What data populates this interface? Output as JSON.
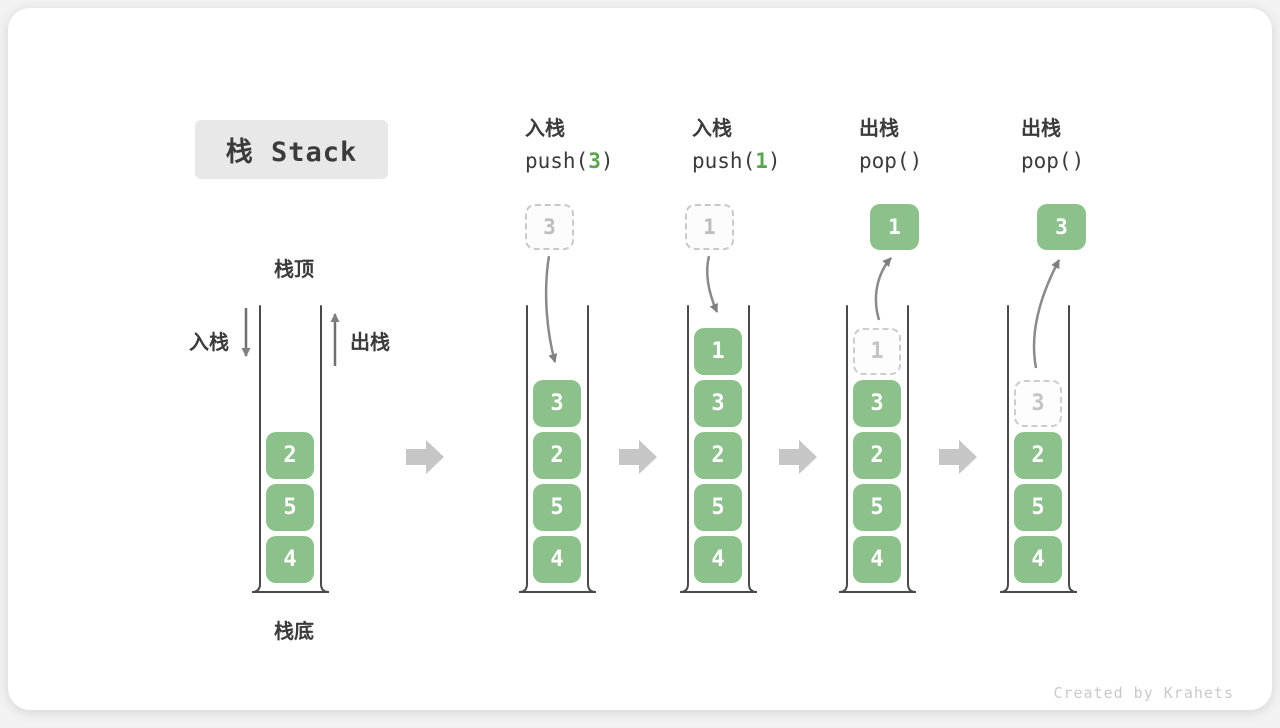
{
  "title": "栈 Stack",
  "footer": "Created by Krahets",
  "stack_labels": {
    "top": "栈顶",
    "bottom": "栈底",
    "push_side": "入栈",
    "pop_side": "出栈"
  },
  "colors": {
    "cell_green": "#8cc18c",
    "code_arg_green": "#5ba452",
    "ghost_border_gray": "#cdcdcd",
    "arrow_gray": "#7f7f7f",
    "block_arrow_gray": "#c6c6c6",
    "title_badge_bg": "#e8e8e8",
    "text_dark": "#3b3b3b",
    "footer_gray": "#c9c9c9"
  },
  "steps": [
    {
      "name": "initial-stack",
      "cells": [
        {
          "v": "2",
          "ghost": false
        },
        {
          "v": "5",
          "ghost": false
        },
        {
          "v": "4",
          "ghost": false
        }
      ]
    },
    {
      "name": "push-3",
      "op": {
        "name": "入栈",
        "code_pre": "push(",
        "code_arg": "3",
        "code_post": ")"
      },
      "floating": {
        "v": "3",
        "type": "dashed"
      },
      "cells": [
        {
          "v": "3",
          "ghost": false
        },
        {
          "v": "2",
          "ghost": false
        },
        {
          "v": "5",
          "ghost": false
        },
        {
          "v": "4",
          "ghost": false
        }
      ]
    },
    {
      "name": "push-1",
      "op": {
        "name": "入栈",
        "code_pre": "push(",
        "code_arg": "1",
        "code_post": ")"
      },
      "floating": {
        "v": "1",
        "type": "dashed"
      },
      "cells": [
        {
          "v": "1",
          "ghost": false
        },
        {
          "v": "3",
          "ghost": false
        },
        {
          "v": "2",
          "ghost": false
        },
        {
          "v": "5",
          "ghost": false
        },
        {
          "v": "4",
          "ghost": false
        }
      ]
    },
    {
      "name": "pop-first",
      "op": {
        "name": "出栈",
        "code_pre": "pop(",
        "code_arg": "",
        "code_post": ")"
      },
      "floating": {
        "v": "1",
        "type": "solid"
      },
      "cells": [
        {
          "v": "1",
          "ghost": true
        },
        {
          "v": "3",
          "ghost": false
        },
        {
          "v": "2",
          "ghost": false
        },
        {
          "v": "5",
          "ghost": false
        },
        {
          "v": "4",
          "ghost": false
        }
      ]
    },
    {
      "name": "pop-second",
      "op": {
        "name": "出栈",
        "code_pre": "pop(",
        "code_arg": "",
        "code_post": ")"
      },
      "floating": {
        "v": "3",
        "type": "solid"
      },
      "cells": [
        {
          "v": "3",
          "ghost": true
        },
        {
          "v": "2",
          "ghost": false
        },
        {
          "v": "5",
          "ghost": false
        },
        {
          "v": "4",
          "ghost": false
        }
      ]
    }
  ]
}
